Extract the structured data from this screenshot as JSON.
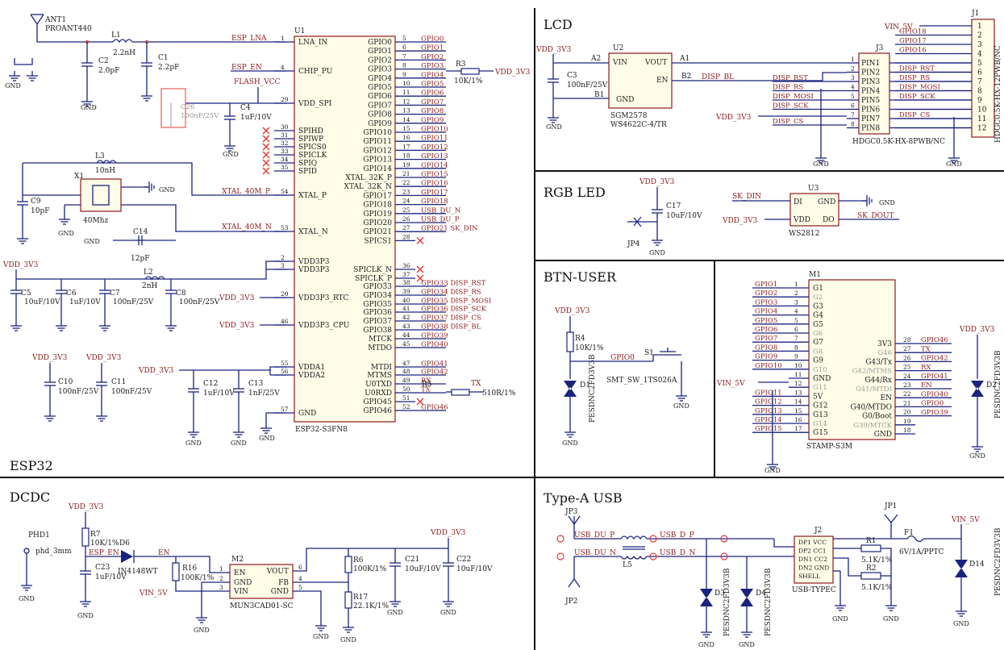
{
  "sections": {
    "esp32": "ESP32",
    "lcd": "LCD",
    "rgb_led": "RGB LED",
    "btn_user": "BTN-USER",
    "dcdc": "DCDC",
    "type_a_usb": "Type-A USB"
  },
  "u1": {
    "ref": "U1",
    "part": "ESP32-S3FN8",
    "left_pins": [
      {
        "num": "1",
        "name": "LNA_IN"
      },
      {
        "num": "4",
        "name": "CHIP_PU"
      },
      {
        "num": "29",
        "name": "VDD_SPI"
      },
      {
        "num": "30",
        "name": "SPIHD"
      },
      {
        "num": "31",
        "name": "SPIWP"
      },
      {
        "num": "32",
        "name": "SPICS0"
      },
      {
        "num": "33",
        "name": "SPICLK"
      },
      {
        "num": "34",
        "name": "SPIQ"
      },
      {
        "num": "35",
        "name": "SPID"
      },
      {
        "num": "54",
        "name": "XTAL_P"
      },
      {
        "num": "53",
        "name": "XTAL_N"
      },
      {
        "num": "2",
        "name": "VDD3P3"
      },
      {
        "num": "3",
        "name": "VDD3P3"
      },
      {
        "num": "20",
        "name": "VDD3P3_RTC"
      },
      {
        "num": "46",
        "name": "VDD3P3_CPU"
      },
      {
        "num": "55",
        "name": "VDDA1"
      },
      {
        "num": "56",
        "name": "VDDA2"
      },
      {
        "num": "57",
        "name": "GND"
      }
    ],
    "right_pins": [
      {
        "num": "5",
        "name": "GPIO0",
        "net": "GPIO0"
      },
      {
        "num": "6",
        "name": "GPIO1",
        "net": "GPIO1"
      },
      {
        "num": "7",
        "name": "GPIO2",
        "net": "GPIO2"
      },
      {
        "num": "8",
        "name": "GPIO3",
        "net": "GPIO3"
      },
      {
        "num": "9",
        "name": "GPIO4",
        "net": "GPIO4"
      },
      {
        "num": "10",
        "name": "GPIO5",
        "net": "GPIO5"
      },
      {
        "num": "11",
        "name": "GPIO6",
        "net": "GPIO6"
      },
      {
        "num": "12",
        "name": "GPIO7",
        "net": "GPIO7"
      },
      {
        "num": "13",
        "name": "GPIO8",
        "net": "GPIO8"
      },
      {
        "num": "14",
        "name": "GPIO9",
        "net": "GPIO9"
      },
      {
        "num": "15",
        "name": "GPIO10",
        "net": "GPIO10"
      },
      {
        "num": "16",
        "name": "GPIO11",
        "net": "GPIO11"
      },
      {
        "num": "17",
        "name": "GPIO12",
        "net": "GPIO12"
      },
      {
        "num": "18",
        "name": "GPIO13",
        "net": "GPIO13"
      },
      {
        "num": "19",
        "name": "GPIO14",
        "net": "GPIO14"
      },
      {
        "num": "21",
        "name": "XTAL_32K_P",
        "net": "GPIO15"
      },
      {
        "num": "22",
        "name": "XTAL_32K_N",
        "net": "GPIO16"
      },
      {
        "num": "23",
        "name": "GPIO17",
        "net": "GPIO17"
      },
      {
        "num": "24",
        "name": "GPIO18",
        "net": "GPIO18"
      },
      {
        "num": "25",
        "name": "GPIO19",
        "net": "USB_DU_N"
      },
      {
        "num": "26",
        "name": "GPIO20",
        "net": "USB_DU_P"
      },
      {
        "num": "27",
        "name": "GPIO21",
        "net": "GPIO21  SK_DIN"
      },
      {
        "num": "28",
        "name": "SPICS1",
        "net": ""
      },
      {
        "num": "36",
        "name": "SPICLK_N",
        "net": ""
      },
      {
        "num": "37",
        "name": "SPICLK_P",
        "net": ""
      },
      {
        "num": "38",
        "name": "GPIO33",
        "net": "GPIO33  DISP_RST"
      },
      {
        "num": "39",
        "name": "GPIO34",
        "net": "GPIO34  DISP_RS"
      },
      {
        "num": "40",
        "name": "GPIO35",
        "net": "GPIO35  DISP_MOSI"
      },
      {
        "num": "41",
        "name": "GPIO36",
        "net": "GPIO36  DISP_SCK"
      },
      {
        "num": "42",
        "name": "GPIO37",
        "net": "GPIO37  DISP_CS"
      },
      {
        "num": "43",
        "name": "GPIO38",
        "net": "GPIO38  DISP_BL"
      },
      {
        "num": "44",
        "name": "MTCK",
        "net": "GPIO39"
      },
      {
        "num": "45",
        "name": "MTDO",
        "net": "GPIO40"
      },
      {
        "num": "47",
        "name": "MTDI",
        "net": "GPIO41"
      },
      {
        "num": "48",
        "name": "MTMS",
        "net": "GPIO42"
      },
      {
        "num": "49",
        "name": "U0TXD",
        "net": "RX"
      },
      {
        "num": "50",
        "name": "U0RXD",
        "net": "TX"
      },
      {
        "num": "51",
        "name": "GPIO45",
        "net": ""
      },
      {
        "num": "52",
        "name": "GPIO46",
        "net": "GPIO46"
      }
    ]
  },
  "esp32_parts": {
    "ant_ref": "ANT1",
    "ant_part": "PROANT440",
    "l1": "L1",
    "l1_val": "2.2nH",
    "c2": "C2",
    "c2_val": "2.0pF",
    "c1": "C1",
    "c1_val": "2.2pF",
    "c26": "C26",
    "c26_val": "100nF/25V",
    "c4": "C4",
    "c4_val": "1uF/10V",
    "esp_lna": "ESP_LNA",
    "esp_en": "ESP_EN",
    "flash_vcc": "FLASH_VCC",
    "l3": "L3",
    "l3_val": "10nH",
    "x1": "X1",
    "x1_val": "40Mhz",
    "c9": "C9",
    "c9_val": "10pF",
    "c14": "C14",
    "c14_val": "12pF",
    "xtal_p": "XTAL_40M_P",
    "xtal_n": "XTAL_40M_N",
    "l2": "L2",
    "l2_val": "2nH",
    "c5": "C5",
    "c5_val": "10uF/10V",
    "c6": "C6",
    "c6_val": "1uF/10V",
    "c7": "C7",
    "c7_val": "100nF/25V",
    "c8": "C8",
    "c8_val": "100nF/25V",
    "c10": "C10",
    "c10_val": "100nF/25V",
    "c11": "C11",
    "c11_val": "100nF/25V",
    "c12": "C12",
    "c12_val": "1uF/10V",
    "c13": "C13",
    "c13_val": "1nF/25V",
    "r3": "R3",
    "r3_val": "10K/1%",
    "r5": "R5",
    "r5_val": "510R/1%",
    "vdd": "VDD_3V3",
    "gnd": "GND",
    "tx": "TX",
    "rx": "RX"
  },
  "lcd": {
    "u2": "U2",
    "u2_part1": "SGM2578",
    "u2_part2": "WS4622C-4/TR",
    "vin": "VIN",
    "vout": "VOUT",
    "en": "EN",
    "gnd": "GND",
    "a2": "A2",
    "a1": "A1",
    "b2": "B2",
    "b1": "B1",
    "c3": "C3",
    "c3_val": "100nF/25V",
    "j3": "J3",
    "j3_part": "HDGC0.5K-HX-8PWB/NC",
    "j3_pins": [
      "PIN1",
      "PIN2",
      "PIN3",
      "PIN4",
      "PIN5",
      "PIN6",
      "PIN7",
      "PIN8"
    ],
    "left_nets": [
      "DISP_RST",
      "DISP_RS",
      "DISP_MOSI",
      "DISP_SCK",
      "DISP_CS"
    ],
    "disp_bl": "DISP_BL",
    "j1": "J1",
    "j1_part": "HDGC0.5K-HX-12PWB/NC",
    "j1_nets": [
      "GPIO18",
      "GPIO17",
      "GPIO16",
      "DISP_RST",
      "DISP_RS",
      "DISP_MOSI",
      "DISP_SCK",
      "DISP_CS"
    ],
    "vin5": "VIN_5V",
    "vdd": "VDD_3V3"
  },
  "rgb": {
    "c17": "C17",
    "c17_val": "10uF/10V",
    "jp4": "JP4",
    "u3": "U3",
    "u3_part": "WS2812",
    "di": "DI",
    "do": "DO",
    "vdd_pin": "VDD",
    "gnd_pin": "GND",
    "sk_din": "SK_DIN",
    "sk_dout": "SK_DOUT",
    "vdd": "VDD_3V3",
    "gnd": "GND"
  },
  "btn": {
    "r4": "R4",
    "r4_val": "10K/1%",
    "d1": "D1",
    "d1_part": "PESDNC2FD3V3B",
    "s1": "S1",
    "s1_part": "SMT_SW_1TS026A",
    "gpio0": "GPIO0",
    "vdd": "VDD_3V3",
    "gnd": "GND"
  },
  "stamp": {
    "m1": "M1",
    "part": "STAMP-S3M",
    "left_nets": [
      "GPIO1",
      "GPIO2",
      "GPIO3",
      "GPIO4",
      "GPIO5",
      "GPIO6",
      "GPIO7",
      "GPIO8",
      "GPIO9",
      "GPIO10",
      "GPIO11",
      "GPIO12",
      "GPIO13",
      "GPIO14",
      "GPIO15"
    ],
    "left_pins": [
      "G1",
      "G2",
      "G3",
      "G4",
      "G5",
      "G6",
      "G7",
      "G8",
      "G9",
      "G10",
      "GND",
      "G11",
      "5V",
      "G12",
      "G13",
      "G14",
      "G15"
    ],
    "right_pins": [
      "3V3",
      "G46",
      "G43/Tx",
      "G42/MTMS",
      "G44/Rx",
      "G41/MTDI",
      "EN",
      "G40/MTDO",
      "G0/Boot",
      "G39/MTCK",
      "GND"
    ],
    "right_nets": [
      "GPIO46",
      "TX",
      "GPIO42",
      "RX",
      "GPIO41",
      "EN",
      "GPIO40",
      "GPIO0",
      "GPIO39"
    ],
    "d2": "D2",
    "d2_part": "PESDNC2FD3V3B",
    "vdd": "VDD_3V3",
    "vin5": "VIN_5V",
    "gnd": "GND"
  },
  "dcdc": {
    "phd1": "PHD1",
    "phd_val": "phd_3mm",
    "r7": "R7",
    "r7_val": "10K/1%",
    "d6": "D6",
    "d6_part": "IN4148WT",
    "esp_en": "ESP_EN",
    "en": "EN",
    "c23": "C23",
    "c23_val": "1uF/10V",
    "r16": "R16",
    "r16_val": "100K/1%",
    "m2": "M2",
    "m2_part": "MUN3CAD01-SC",
    "m2_pins": [
      "EN",
      "GND",
      "VIN",
      "VOUT",
      "FB",
      "GND"
    ],
    "r6": "R6",
    "r6_val": "100K/1%",
    "r17": "R17",
    "r17_val": "22.1K/1%",
    "c21": "C21",
    "c21_val": "10uF/10V",
    "c22": "C22",
    "c22_val": "10uF/10V",
    "vdd": "VDD_3V3",
    "vin5": "VIN_5V",
    "gnd": "GND"
  },
  "usb": {
    "jp3": "JP3",
    "jp2": "JP2",
    "jp1": "JP1",
    "usb_du_p": "USB_DU_P",
    "usb_du_n": "USB_DU_N",
    "usb_d_p": "USB_D_P",
    "usb_d_n": "USB_D_N",
    "l5": "L5",
    "d3": "D3",
    "d3_part": "PESDNC2FD3V3B",
    "d4": "D4",
    "d4_part": "PESDNC2FD3V3B",
    "j2": "J2",
    "j2_part": "USB-TYPEC",
    "j2_pins": [
      "DP1 VCC",
      "DP2  CC1",
      "DN1  CC2",
      "DN2 GND",
      "SHELL"
    ],
    "r1": "R1",
    "r1_val": "5.1K/1%",
    "r2": "R2",
    "r2_val": "5.1K/1%",
    "f1": "F1",
    "f1_val": "6V/1A/PPTC",
    "d14": "D14",
    "d14_part": "PESDNC2FD3V3B",
    "vin5": "VIN_5V",
    "gnd": "GND"
  }
}
